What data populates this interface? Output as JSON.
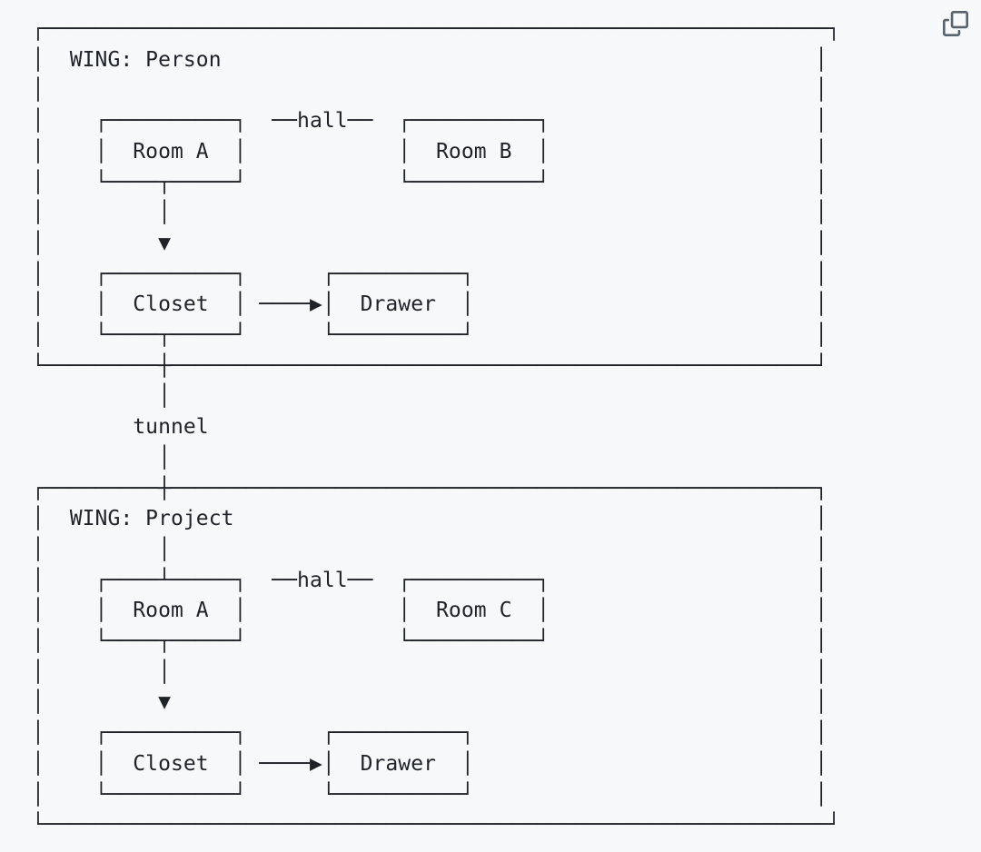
{
  "page": {
    "background_color": "#f6f8fa",
    "ink_color": "#1f2328"
  },
  "toolbar": {
    "copy_icon_color": "#59636e"
  },
  "diagram": {
    "lines": [
      "┌──────────────────────────────────────────────────────────────┐",
      "│  WING: Person                                               │",
      "│                                                             │",
      "│    ┌──────────┐  ──hall──  ┌──────────┐                     │",
      "│    │  Room A  │            │  Room B  │                     │",
      "│    └────┬─────┘            └──────────┘                     │",
      "│         │                                                   │",
      "│         ▼                                                   │",
      "│    ┌──────────┐      ┌──────────┐                           │",
      "│    │  Closet  │ ────▶│  Drawer  │                           │",
      "│    └────┬─────┘      └──────────┘                           │",
      "└─────────┼───────────────────────────────────────────────────┘",
      "          │",
      "        tunnel",
      "          │",
      "┌─────────┼───────────────────────────────────────────────────┐",
      "│  WING: Project                                              │",
      "│         │                                                   │",
      "│    ┌────┴─────┐  ──hall──  ┌──────────┐                     │",
      "│    │  Room A  │            │  Room C  │                     │",
      "│    └────┬─────┘            └──────────┘                     │",
      "│         │                                                   │",
      "│         ▼                                                   │",
      "│    ┌──────────┐      ┌──────────┐                           │",
      "│    │  Closet  │ ────▶│  Drawer  │                           │",
      "│    └──────────┘      └──────────┘                           │",
      "└──────────────────────────────────────────────────────────────┘"
    ],
    "wings": [
      {
        "title": "WING: Person",
        "rooms": [
          "Room A",
          "Room B"
        ],
        "hall_label": "hall",
        "storage": [
          "Closet",
          "Drawer"
        ],
        "flow": [
          "Room A → Closet",
          "Closet → Drawer"
        ]
      },
      {
        "title": "WING: Project",
        "rooms": [
          "Room A",
          "Room C"
        ],
        "hall_label": "hall",
        "storage": [
          "Closet",
          "Drawer"
        ],
        "flow": [
          "Room A → Closet",
          "Closet → Drawer"
        ]
      }
    ],
    "connector_label": "tunnel"
  }
}
